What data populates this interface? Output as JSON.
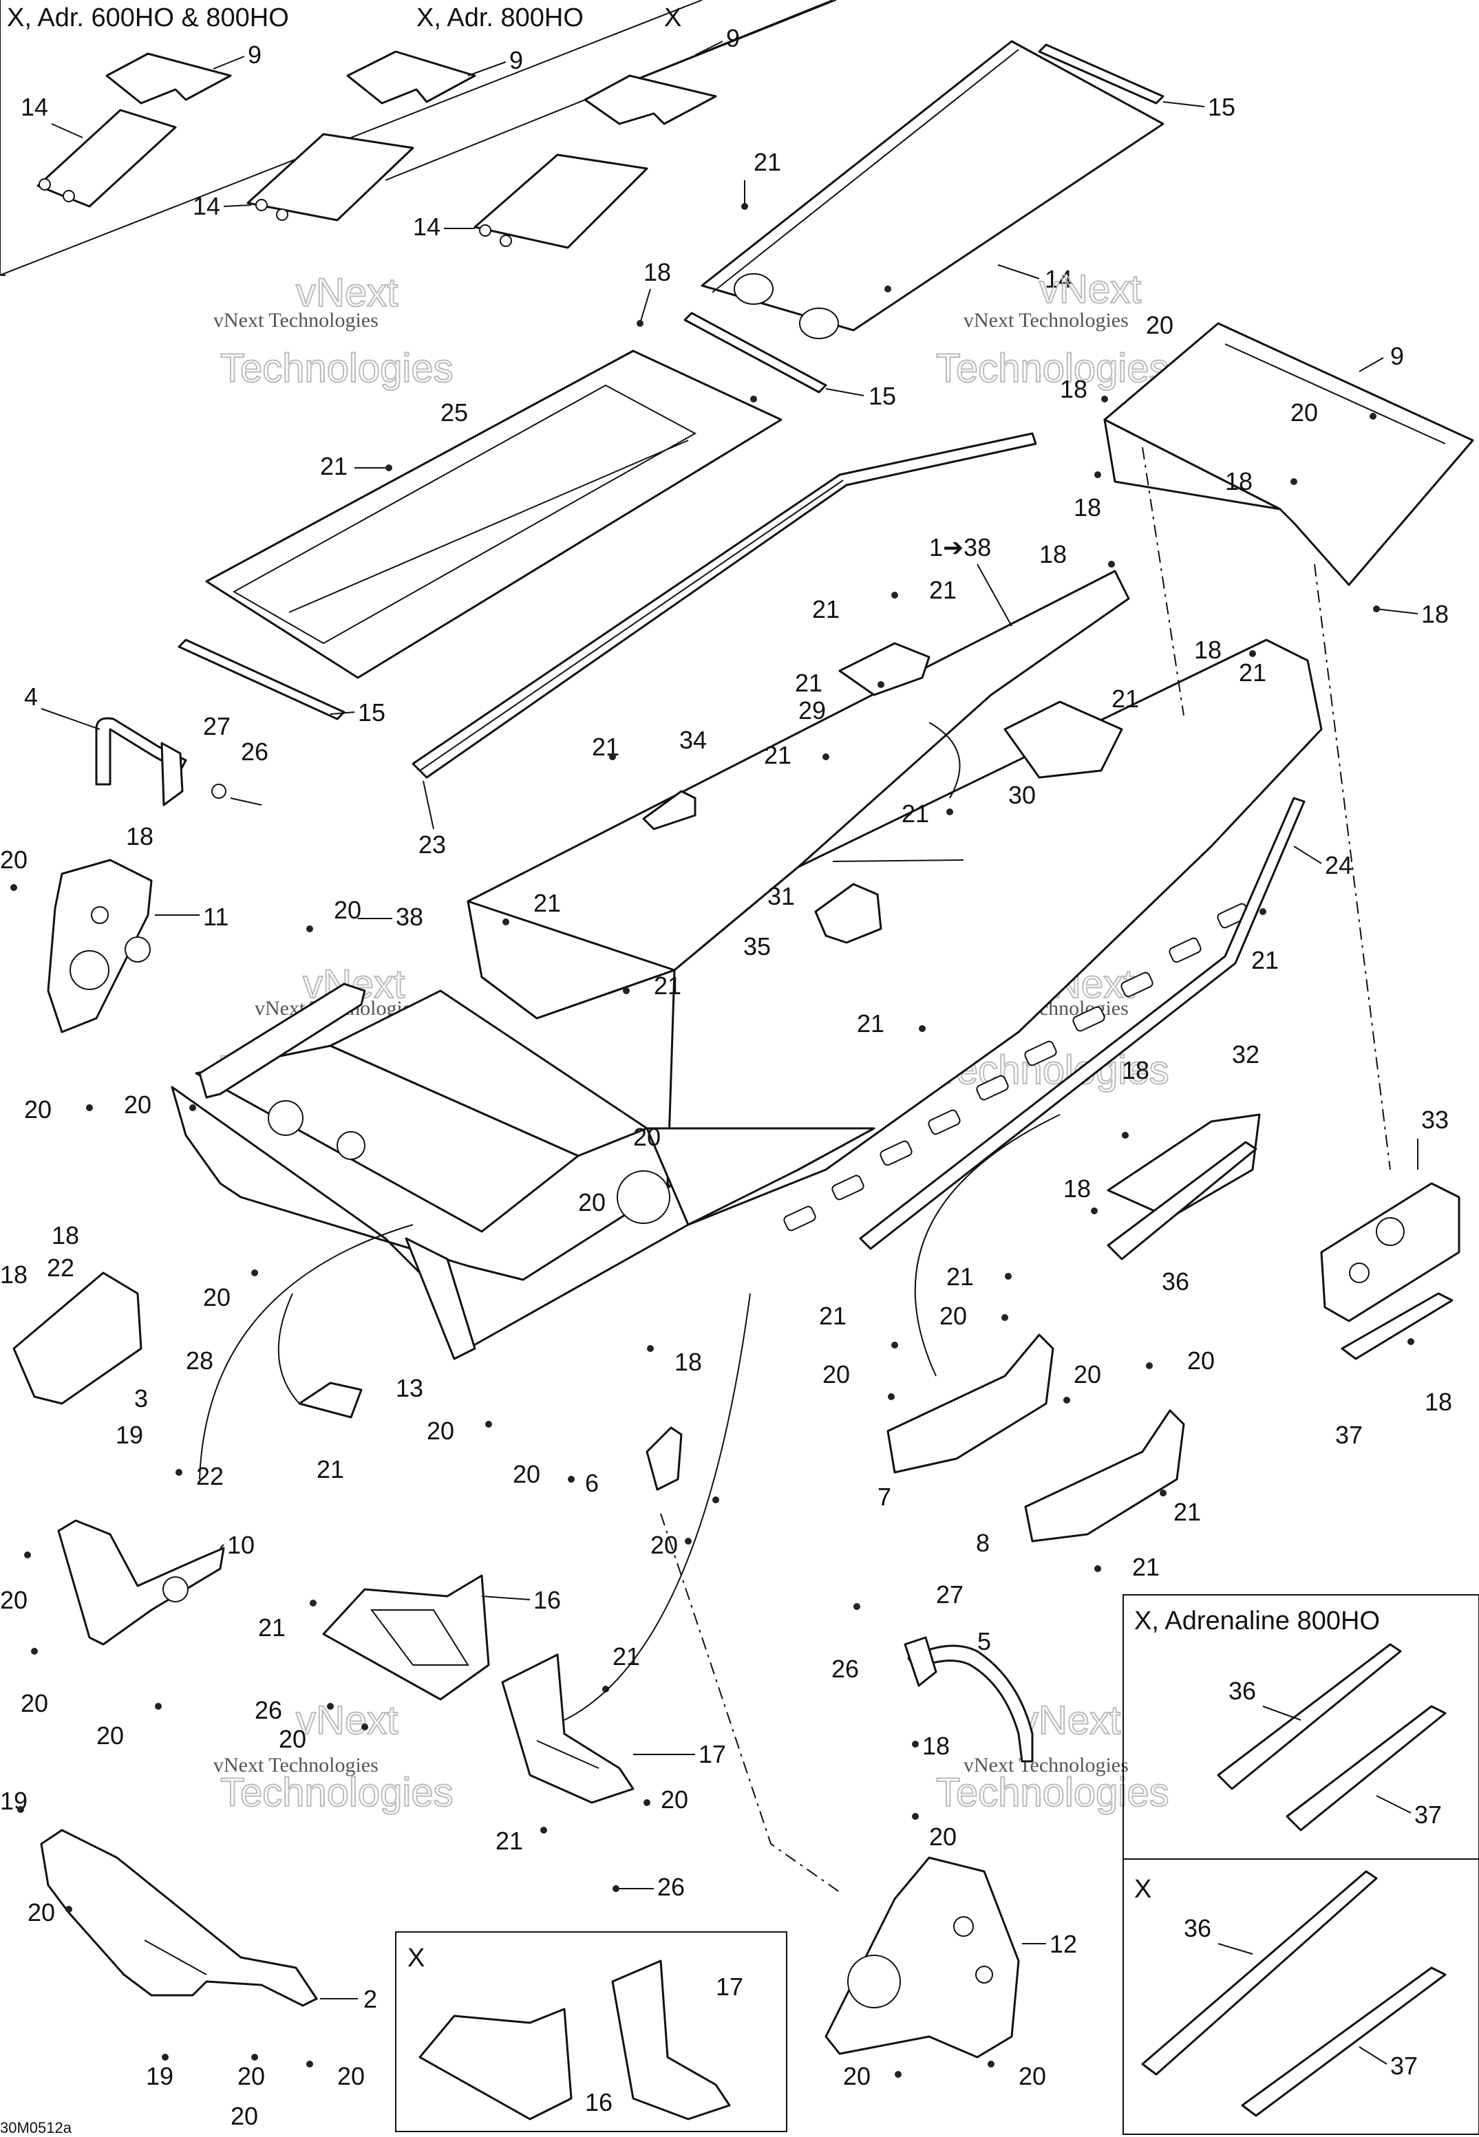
{
  "diagram": {
    "code": "30M0512a",
    "watermark_line1": "vNext Technologies",
    "watermark_line2": "vNext",
    "watermark_line3": "Technologies",
    "header_boxes": [
      "X, Adr. 600HO & 800HO",
      "X, Adr. 800HO",
      "X"
    ],
    "box_adrenaline": "X, Adrenaline 800HO",
    "box_x_lower": "X",
    "box_x_bottom": "X",
    "arrow_label": "1➔38",
    "callouts": {
      "c9a": "9",
      "c9b": "9",
      "c9c": "9",
      "c9d": "9",
      "c14a": "14",
      "c14b": "14",
      "c14c": "14",
      "c14d": "14",
      "c15a": "15",
      "c15b": "15",
      "c15c": "15",
      "c18": "18",
      "c20": "20",
      "c21": "21",
      "c22": "22",
      "c2": "2",
      "c3": "3",
      "c4": "4",
      "c5": "5",
      "c6": "6",
      "c7": "7",
      "c8": "8",
      "c10": "10",
      "c11": "11",
      "c12": "12",
      "c13": "13",
      "c16": "16",
      "c17": "17",
      "c19": "19",
      "c23": "23",
      "c24": "24",
      "c25": "25",
      "c26": "26",
      "c27": "27",
      "c28": "28",
      "c29": "29",
      "c30": "30",
      "c31": "31",
      "c32": "32",
      "c33": "33",
      "c34": "34",
      "c35": "35",
      "c36": "36",
      "c37": "37",
      "c38": "38"
    }
  }
}
